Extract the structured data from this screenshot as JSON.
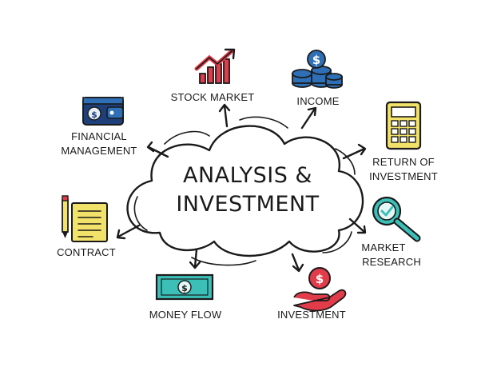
{
  "center": {
    "line1": "ANALYSIS &",
    "line2": "INVESTMENT"
  },
  "labels": {
    "stock_market": "STOCK MARKET",
    "income": "INCOME",
    "financial_line1": "FINANCIAL",
    "financial_line2": "MANAGEMENT",
    "return_line1": "RETURN OF",
    "return_line2": "INVESTMENT",
    "contract": "CONTRACT",
    "market_line1": "MARKET",
    "market_line2": "RESEARCH",
    "money_flow": "MONEY FLOW",
    "investment": "INVESTMENT"
  },
  "icons": {
    "stock_market": "rising-chart-icon",
    "income": "coin-stack-icon",
    "financial_management": "wallet-icon",
    "return_of_investment": "calculator-icon",
    "contract": "document-pencil-icon",
    "market_research": "magnifier-check-icon",
    "money_flow": "banknote-icon",
    "investment": "hand-coin-icon"
  },
  "colors": {
    "red": "#e23c4b",
    "blue": "#2f6fb5",
    "navy": "#1f3f7a",
    "yellow": "#f3e26a",
    "teal": "#3bbfb7",
    "ink": "#1a1a1a"
  }
}
